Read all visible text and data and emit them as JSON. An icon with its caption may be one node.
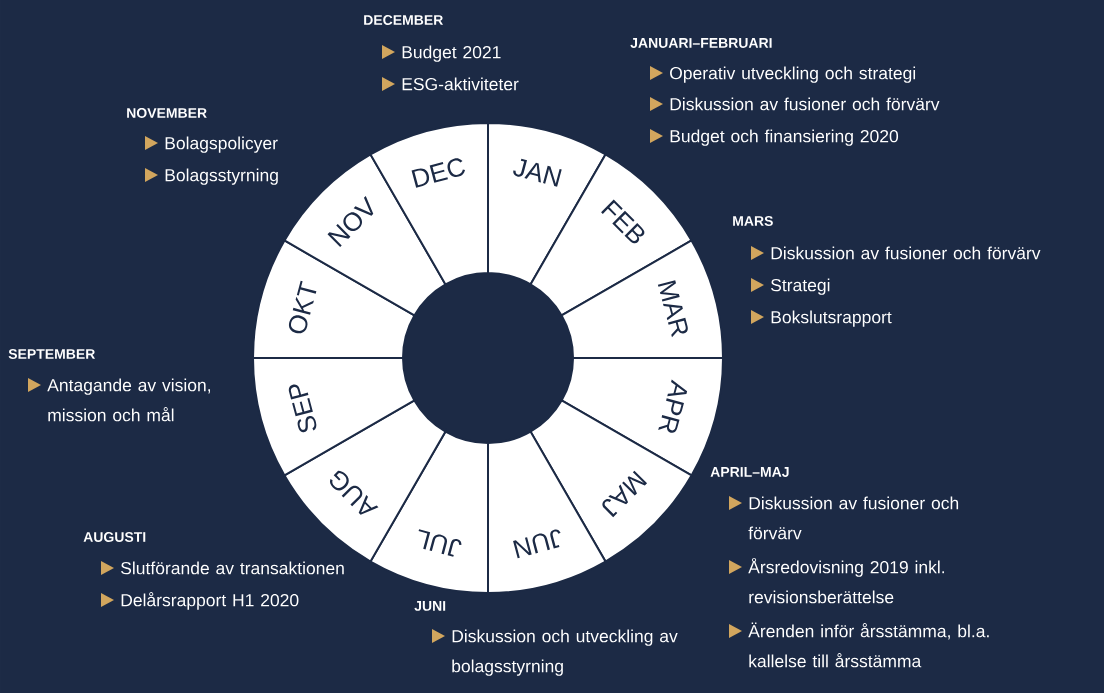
{
  "diagram": {
    "nodes": [
      {
        "text": [
          "JAN"
        ]
      },
      {
        "text": [
          "FEB"
        ]
      },
      {
        "text": [
          "MAR"
        ]
      },
      {
        "text": [
          "APR"
        ]
      },
      {
        "text": [
          "MAJ"
        ]
      },
      {
        "text": [
          "JUN"
        ]
      },
      {
        "text": [
          "JUL"
        ]
      },
      {
        "text": [
          "AUG"
        ]
      },
      {
        "text": [
          "SEP"
        ]
      },
      {
        "text": [
          "OKT"
        ]
      },
      {
        "text": [
          "NOV"
        ]
      },
      {
        "text": [
          "DEC"
        ]
      }
    ],
    "labels": [
      "DECEMBER",
      "Budget 2021",
      "ESG-aktiviteter",
      "JANUARI–FEBRUARI",
      "Operativ utveckling och strategi",
      "Diskussion av fusioner och förvärv",
      "Budget och finansiering 2020",
      "NOVEMBER",
      "Bolagspolicyer",
      "Bolagsstyrning",
      "MARS",
      "Diskussion av fusioner och förvärv",
      "Strategi",
      "Bokslutsrapport",
      "SEPTEMBER",
      "Antagande av vision, mission och mål",
      "APRIL–MAJ",
      "Diskussion av fusioner och förvärv",
      "Årsredovisning 2019 inkl. revisionsberättelse",
      "Ärenden inför årsstämma, bl.a. kallelse till årsstämma",
      "AUGUSTI",
      "Slutförande av transaktionen",
      "Delårsrapport H1 2020",
      "JUNI",
      "Diskussion och utveckling av bolagsstyrning"
    ]
  }
}
